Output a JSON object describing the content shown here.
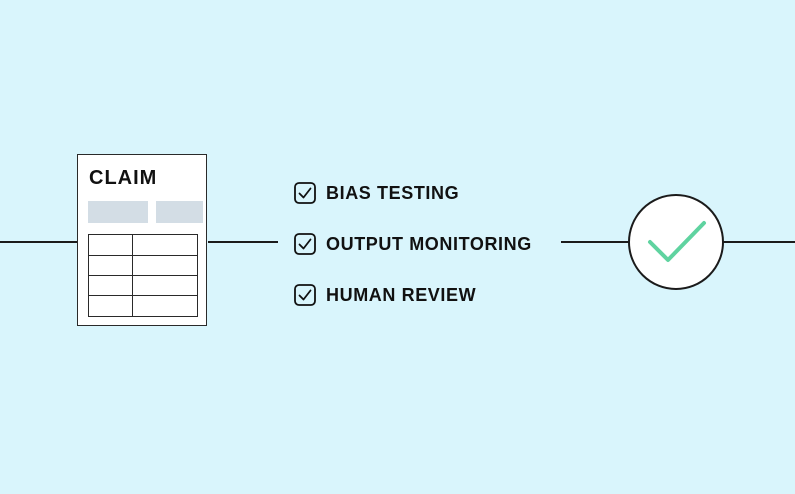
{
  "document": {
    "title": "CLAIM"
  },
  "checklist": [
    {
      "label": "BIAS TESTING",
      "checked": true,
      "icon": "checkbox-checked-icon"
    },
    {
      "label": "OUTPUT MONITORING",
      "checked": true,
      "icon": "checkbox-checked-icon"
    },
    {
      "label": "HUMAN REVIEW",
      "checked": true,
      "icon": "checkbox-checked-icon"
    }
  ],
  "result": {
    "icon": "checkmark-icon"
  },
  "colors": {
    "background": "#d9f5fc",
    "line": "#1b1b1b",
    "field_fill": "#d3dde5",
    "check_accent": "#5fd3a0"
  }
}
